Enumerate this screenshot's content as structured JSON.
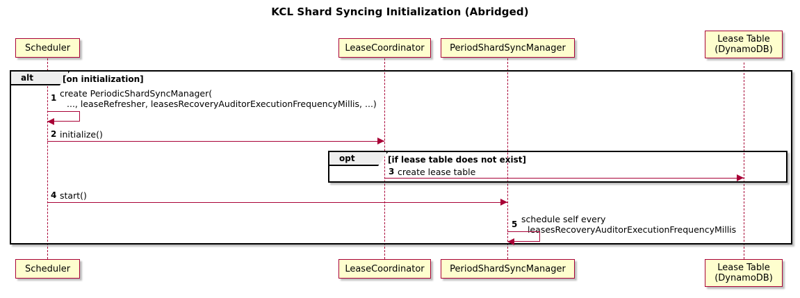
{
  "diagram": {
    "type": "sequence-diagram",
    "title": "KCL Shard Syncing Initialization (Abridged)",
    "colors": {
      "participant_fill": "#FEFECE",
      "participant_border": "#A80036",
      "arrow": "#A80036",
      "fragment_border": "#000000",
      "fragment_label_fill": "#EEEEEE",
      "background": "#FFFFFF"
    },
    "participants": [
      {
        "id": "scheduler",
        "line1": "Scheduler",
        "line2": ""
      },
      {
        "id": "leasecoordinator",
        "line1": "LeaseCoordinator",
        "line2": ""
      },
      {
        "id": "periodshardsyncmanager",
        "line1": "PeriodShardSyncManager",
        "line2": ""
      },
      {
        "id": "leasetable",
        "line1": "Lease Table",
        "line2": "(DynamoDB)"
      }
    ],
    "fragments": [
      {
        "id": "alt",
        "label": "alt",
        "guard": "[on initialization]"
      },
      {
        "id": "opt",
        "label": "opt",
        "guard": "[if lease table does not exist]"
      }
    ],
    "messages": [
      {
        "num": "1",
        "from": "scheduler",
        "to": "scheduler",
        "self": true,
        "line1": "create PeriodicShardSyncManager(",
        "line2": "..., leaseRefresher, leasesRecoveryAuditorExecutionFrequencyMillis, ...)"
      },
      {
        "num": "2",
        "from": "scheduler",
        "to": "leasecoordinator",
        "self": false,
        "line1": "initialize()",
        "line2": ""
      },
      {
        "num": "3",
        "from": "leasecoordinator",
        "to": "leasetable",
        "self": false,
        "line1": "create lease table",
        "line2": ""
      },
      {
        "num": "4",
        "from": "scheduler",
        "to": "periodshardsyncmanager",
        "self": false,
        "line1": "start()",
        "line2": ""
      },
      {
        "num": "5",
        "from": "periodshardsyncmanager",
        "to": "periodshardsyncmanager",
        "self": true,
        "line1": "schedule self every",
        "line2": "leasesRecoveryAuditorExecutionFrequencyMillis"
      }
    ]
  }
}
